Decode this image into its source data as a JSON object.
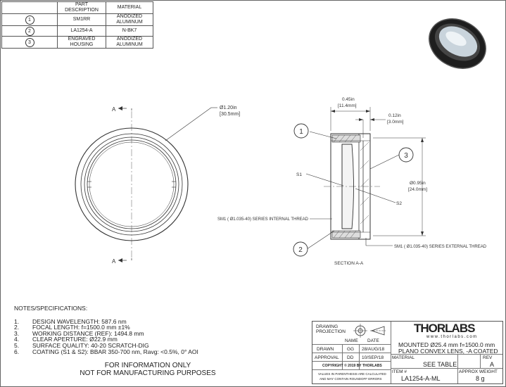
{
  "bom": {
    "headers": [
      "",
      "PART DESCRIPTION",
      "MATERIAL"
    ],
    "rows": [
      {
        "item": "1",
        "desc": "SM1RR",
        "material": "ANODIZED ALUMINUM"
      },
      {
        "item": "2",
        "desc": "LA1254-A",
        "material": "N-BK7"
      },
      {
        "item": "3",
        "desc": "ENGRAVED HOUSING",
        "material": "ANODIZED ALUMINUM"
      }
    ]
  },
  "front_view": {
    "section_label_top": "A",
    "section_label_bottom": "A",
    "diameter_in": "Ø1.20in",
    "diameter_mm": "[30.5mm]"
  },
  "section_view": {
    "dim_width_in": "0.45in",
    "dim_width_mm": "[11.4mm]",
    "dim_lip_in": "0.12in",
    "dim_lip_mm": "[3.0mm]",
    "dim_bore_in": "Ø0.95in",
    "dim_bore_mm": "[24.0mm]",
    "label_s1": "S1",
    "label_s2": "S2",
    "thread_internal": "SM1 ( Ø1.035-40) SERIES INTERNAL THREAD",
    "thread_external": "SM1 ( Ø1.035-40) SERIES EXTERNAL THREAD",
    "caption": "SECTION A-A",
    "balloons": [
      "1",
      "2",
      "3"
    ]
  },
  "notes": {
    "title": "NOTES/SPECIFICATIONS:",
    "items": [
      {
        "num": "1.",
        "text": "DESIGN WAVELENGTH: 587.6 nm"
      },
      {
        "num": "2.",
        "text": "FOCAL LENGTH: f=1500.0 mm ±1%"
      },
      {
        "num": "3.",
        "text": "WORKING DISTANCE (REF): 1494.8 mm"
      },
      {
        "num": "4.",
        "text": "CLEAR APERTURE: Ø22.9 mm"
      },
      {
        "num": "5.",
        "text": "SURFACE QUALITY: 40-20 SCRATCH-DIG"
      },
      {
        "num": "6.",
        "text": "COATING (S1 & S2): BBAR 350-700 nm, Ravg: <0.5%, 0° AOI"
      }
    ],
    "disclaimer_1": "FOR INFORMATION ONLY",
    "disclaimer_2": "NOT FOR MANUFACTURING PURPOSES"
  },
  "title_block": {
    "projection_label_1": "DRAWING",
    "projection_label_2": "PROJECTION",
    "logo": "THORLABS",
    "website": "www.thorlabs.com",
    "description_1": "MOUNTED Ø25.4 mm f=1500.0 mm",
    "description_2": "PLANO CONVEX LENS, -A COATED",
    "name_header": "NAME",
    "date_header": "DATE",
    "drawn_label": "DRAWN",
    "drawn_name": "GG",
    "drawn_date": "28/AUG/18",
    "approval_label": "APPROVAL",
    "approval_name": "DD",
    "approval_date": "10/SEP/18",
    "copyright": "COPYRIGHT © 2019 BY THORLABS",
    "disclaimer_1": "VALUES IN PARENTHESIS ARE CALCULATED",
    "disclaimer_2": "AND MAY CONTAIN ROUNDOFF ERRORS",
    "material_label": "MATERIAL",
    "material_value": "SEE TABLE",
    "rev_label": "REV",
    "rev_value": "A",
    "item_label": "ITEM #",
    "item_value": "LA1254-A-ML",
    "weight_label": "APPROX WEIGHT",
    "weight_value": "8 g"
  }
}
